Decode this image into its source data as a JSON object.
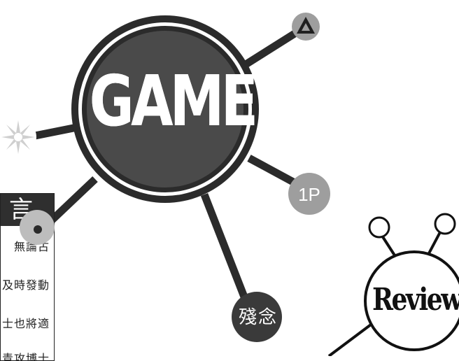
{
  "game_label": "GAME",
  "node_1p_label": "1P",
  "node_zannen_label": "殘念",
  "review_label": "Review",
  "side_panel": {
    "heading": "言",
    "lines": [
      "無論古",
      "及時發動",
      "士也將適",
      "青攻博士"
    ]
  },
  "icons": {
    "triangle_node": "triangle-icon",
    "burst_node": "burst-icon"
  },
  "colors": {
    "dark": "#2b2b2b",
    "grey": "#9e9e9e",
    "light_grey": "#bdbdbd",
    "white": "#ffffff"
  }
}
